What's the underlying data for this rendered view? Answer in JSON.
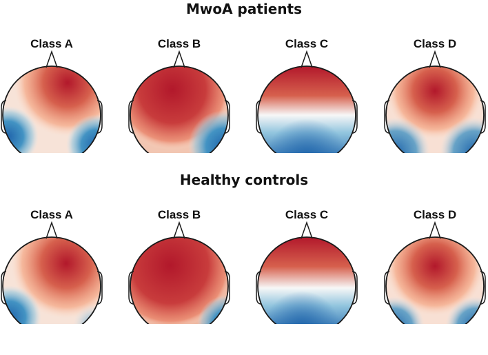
{
  "groups": [
    {
      "title": "MwoA patients",
      "maps": [
        {
          "label": "Class A",
          "pattern": "A1"
        },
        {
          "label": "Class B",
          "pattern": "B1"
        },
        {
          "label": "Class C",
          "pattern": "C1"
        },
        {
          "label": "Class D",
          "pattern": "D1"
        }
      ]
    },
    {
      "title": "Healthy controls",
      "maps": [
        {
          "label": "Class A",
          "pattern": "A2"
        },
        {
          "label": "Class B",
          "pattern": "B2"
        },
        {
          "label": "Class C",
          "pattern": "C2"
        },
        {
          "label": "Class D",
          "pattern": "D2"
        }
      ]
    }
  ],
  "colors": {
    "positive": "#b2182b",
    "neutral": "#f7f7f7",
    "negative": "#2166ac",
    "outline": "#1a1a1a"
  }
}
